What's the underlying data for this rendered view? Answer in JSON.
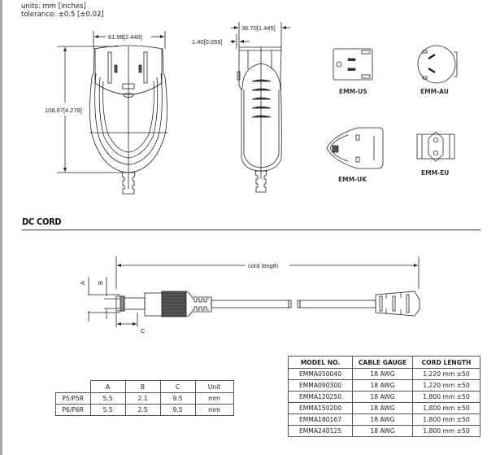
{
  "header": {
    "units": "units: mm [inches]",
    "tolerance": "tolerance: ±0.5 [±0.02]"
  },
  "front_view": {
    "width_dim": "61.98[2.440]",
    "height_dim": "108.67[4.278]"
  },
  "side_view": {
    "depth_dim": "36.70[1.445]",
    "offset_dim": "1.40[0.055]"
  },
  "plug_adapters": [
    {
      "label": "EMM-US"
    },
    {
      "label": "EMM-AU"
    },
    {
      "label": "EMM-UK"
    },
    {
      "label": "EMM-EU"
    }
  ],
  "dc_cord": {
    "title": "DC CORD",
    "cord_length_label": "cord length",
    "dim_a": "A",
    "dim_b": "B",
    "dim_c": "C"
  },
  "dimension_table": {
    "headers": [
      "",
      "A",
      "B",
      "C",
      "Unit"
    ],
    "rows": [
      [
        "P5/P5R",
        "5.5",
        "2.1",
        "9.5",
        "mm"
      ],
      [
        "P6/P6R",
        "5.5",
        "2.5",
        "9.5",
        "mm"
      ]
    ]
  },
  "model_table": {
    "headers": [
      "MODEL NO.",
      "CABLE GAUGE",
      "CORD LENGTH"
    ],
    "rows": [
      [
        "EMMA050040",
        "18 AWG",
        "1,220 mm ±50"
      ],
      [
        "EMMA090300",
        "18 AWG",
        "1,220 mm ±50"
      ],
      [
        "EMMA120250",
        "18 AWG",
        "1,800 mm ±50"
      ],
      [
        "EMMA150200",
        "18 AWG",
        "1,800 mm ±50"
      ],
      [
        "EMMA180167",
        "18 AWG",
        "1,800 mm ±50"
      ],
      [
        "EMMA240125",
        "18 AWG",
        "1,800 mm ±50"
      ]
    ]
  }
}
